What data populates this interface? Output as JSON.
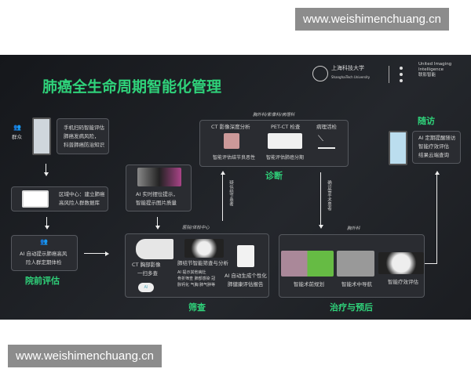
{
  "watermark": "www.weishimenchuang.cn",
  "title": "肺癌全生命周期智能化管理",
  "logos": {
    "university_cn": "上海科技大学",
    "university_en": "ShanghaiTech University",
    "company_en_1": "United Imaging",
    "company_en_2": "Intelligence",
    "company_cn": "联影智能"
  },
  "public": {
    "label": "群众",
    "lines": [
      "手机扫码智能评估",
      "肺癌发病风险，",
      "科普肺癌防治知识"
    ]
  },
  "regional": {
    "lines": [
      "区域中心：建立肺癌",
      "高风险人群数据库"
    ]
  },
  "pre_alert": {
    "lines": [
      "AI 自动提示肺癌高风",
      "险人群定期体检"
    ]
  },
  "stage_pre": "院前评估",
  "positioning": {
    "lines": [
      "AI 实时摆位提示，",
      "智能提示图片质量"
    ]
  },
  "screening": {
    "context": "医院/体检中心",
    "ct": [
      "CT 胸部影像",
      "一扫多查"
    ],
    "nodule": "肺结节智能筛查与分析",
    "other": [
      "AI 提示其他病灶",
      "骨折筛查 肺部感染 冠",
      "脉钙化 气胸 肺气肿等"
    ],
    "report": [
      "AI 自动生成个性化",
      "肺健康评估报告"
    ],
    "stage": "筛查"
  },
  "arrow_suspect": "疑似结节患者",
  "diagnosis": {
    "context": "胸外科/影像科/病理科",
    "ct_title": "CT 影像深度分析",
    "ct_sub": "智能评估结节良恶性",
    "pet_title": "PET-CT 检查",
    "pet_sub": "智能评估肺癌分期",
    "path_title": "病理活检",
    "stage": "诊断"
  },
  "arrow_surgery": "确诊需手术患者",
  "treatment": {
    "context": "胸外科",
    "items": [
      "智能术前规划",
      "智能术中导航",
      "智能疗效评估"
    ],
    "stage": "治疗与预后"
  },
  "followup": {
    "stage": "随访",
    "lines": [
      "AI 定期提醒随访",
      "智能疗效评估",
      "结果云端查询"
    ]
  },
  "colors": {
    "accent": "#2fd27a",
    "background": "#1d1f23"
  }
}
